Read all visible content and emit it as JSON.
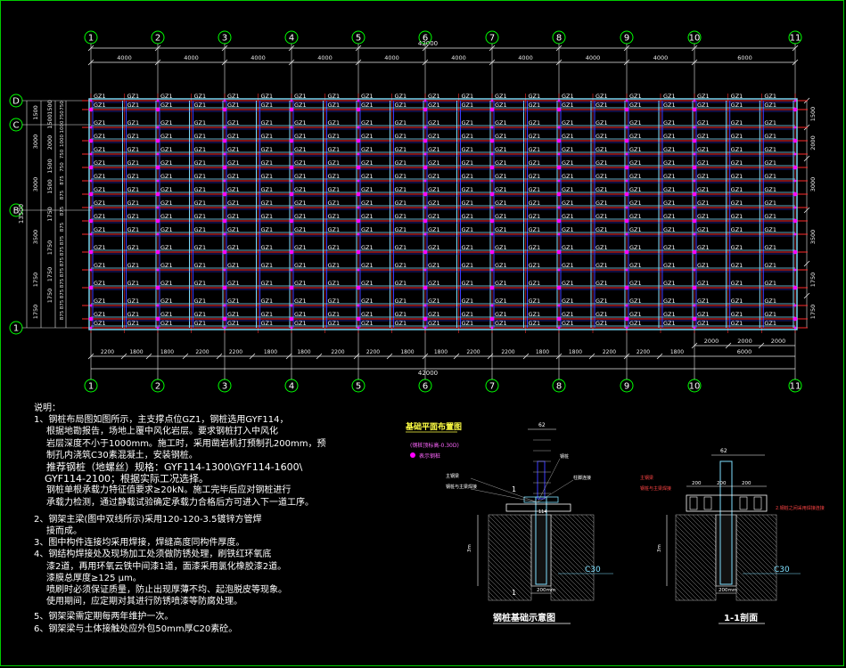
{
  "plan": {
    "axes_x": [
      "1",
      "2",
      "3",
      "4",
      "5",
      "6",
      "7",
      "8",
      "9",
      "10",
      "11"
    ],
    "axes_y": [
      "D",
      "C",
      "B",
      "1"
    ],
    "total_length": "42000",
    "top_spans": [
      "4000",
      "4000",
      "4000",
      "4000",
      "4000",
      "4000",
      "4000",
      "4000",
      "4000",
      "6000"
    ],
    "bottom_spans": [
      "2200",
      "1800",
      "1800",
      "2200",
      "2200",
      "1800",
      "1800",
      "2200",
      "2200",
      "1800",
      "1800",
      "2200",
      "2200",
      "1800",
      "1800",
      "2200",
      "2200",
      "1800"
    ],
    "bottom_right_spans": [
      "2000",
      "2000",
      "2000"
    ],
    "bottom_right_total": "6000",
    "left_total": "13500",
    "left_outer": [
      "1500",
      "3000",
      "3000",
      "3500",
      "1750",
      "1750"
    ],
    "left_inner": [
      "1500",
      "1500",
      "2000",
      "1500",
      "1500",
      "1750",
      "1750",
      "1750",
      "1750"
    ],
    "left_small": [
      "750",
      "750",
      "1000",
      "1000",
      "750",
      "750",
      "875",
      "875",
      "875",
      "875"
    ],
    "right_dims": [
      "1500",
      "2000",
      "3000",
      "3500",
      "1750",
      "1750"
    ],
    "pile_label": "GZ1"
  },
  "notes": {
    "title": "说明：",
    "lines": [
      "1、钢桩布局图如图所示，主支撑点位GZ1，钢桩选用GYF114，",
      "根据地勘报告，场地上覆中风化岩层。要求钢桩打入中风化",
      "岩层深度不小于1000mm。施工时，采用凿岩机打预制孔200mm，预",
      "制孔内浇筑C30素混凝土，安装钢桩。",
      "推荐钢桩（地螺丝）规格：GYF114-1300\\GYF114-1600\\",
      "GYF114-2100；根据实际工况选择。",
      "钢桩单根承载力特征值要求≥20kN。施工完毕后应对钢桩进行",
      "承载力检测，通过静载试验确定承载力合格后方可进入下一道工序。",
      "2、钢架主梁(图中双线所示)采用120-120-3.5镀锌方管焊",
      "接而成。",
      "3、图中构件连接均采用焊接，焊缝高度同构件厚度。",
      "4、钢结构焊接处及现场加工处须做防锈处理，刷铁红环氧底",
      "漆2道，再用环氧云铁中间漆1道，面漆采用氯化橡胶漆2道。",
      "漆膜总厚度≥125 μm。",
      "喷刷时必须保证质量，防止出现厚薄不均、起泡脱皮等现象。",
      "使用期间，应定期对其进行防锈喷漆等防腐处理。",
      "5、钢架梁需定期每两年维护一次。",
      "6、钢架梁与土体接触处应外包50mm厚C20素砼。"
    ]
  },
  "foundation": {
    "title": "基础平面布置图",
    "legend_line": "(钢桩顶标高-0.30D)",
    "legend_item": "表示钢桩",
    "caption": "钢桩基础示意图",
    "top_dim": "62",
    "plate_label": "114",
    "bottom_dim": "200mm",
    "concrete_label": "C30",
    "depth_label": "3m",
    "section_mark": "1",
    "leaders": [
      "主钢梁",
      "钢桩与主梁焊接",
      "钢桩",
      "柱脚连接"
    ]
  },
  "section": {
    "caption": "1-1剖面",
    "top_dim": "62",
    "sub_dims": [
      "200",
      "200",
      "200"
    ],
    "bottom_dim": "200mm",
    "concrete_label": "C30",
    "depth_label": "3m",
    "leaders": [
      "主钢梁",
      "钢桩与主梁焊接",
      "2.钢桩之间采用焊接连接"
    ]
  },
  "colors": {
    "frame": "#00cc00",
    "grid_red": "#ff2a2a",
    "beam_cyan": "#7fe0ff",
    "beam_blue": "#3a3aff",
    "pile_magenta": "#ff00ff",
    "dim": "#e8e8e8",
    "axis_circle": "#00ff00"
  }
}
